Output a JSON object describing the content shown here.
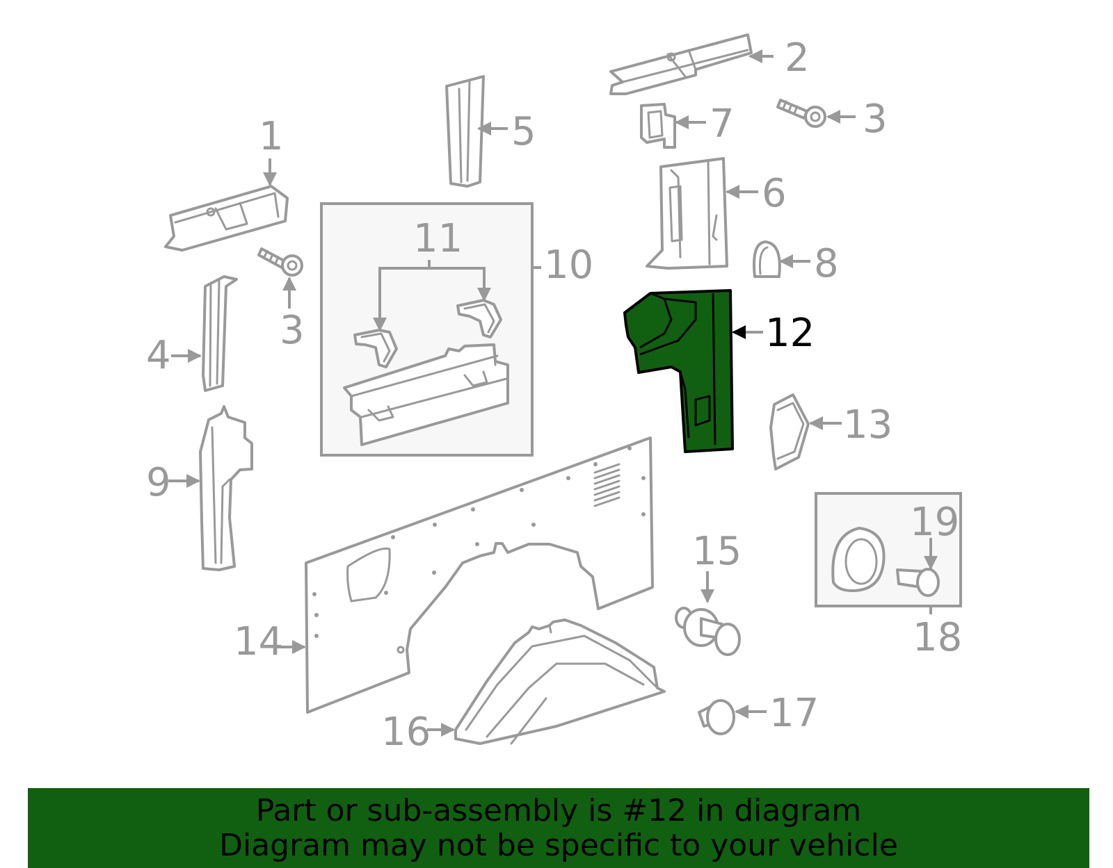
{
  "colors": {
    "highlight": "#116011",
    "outline": "#999999",
    "banner_background": "#116011",
    "banner_text": "#000000"
  },
  "callouts": {
    "c1": "1",
    "c2": "2",
    "c3a": "3",
    "c3b": "3",
    "c4": "4",
    "c5": "5",
    "c6": "6",
    "c7": "7",
    "c8": "8",
    "c9": "9",
    "c10": "10",
    "c11": "11",
    "c12": "12",
    "c13": "13",
    "c14": "14",
    "c15": "15",
    "c16": "16",
    "c17": "17",
    "c18": "18",
    "c19": "19"
  },
  "highlighted_part": "12",
  "banner": {
    "line1": "Part or sub-assembly is #12 in diagram",
    "line2": "Diagram may not be specific to your vehicle"
  }
}
